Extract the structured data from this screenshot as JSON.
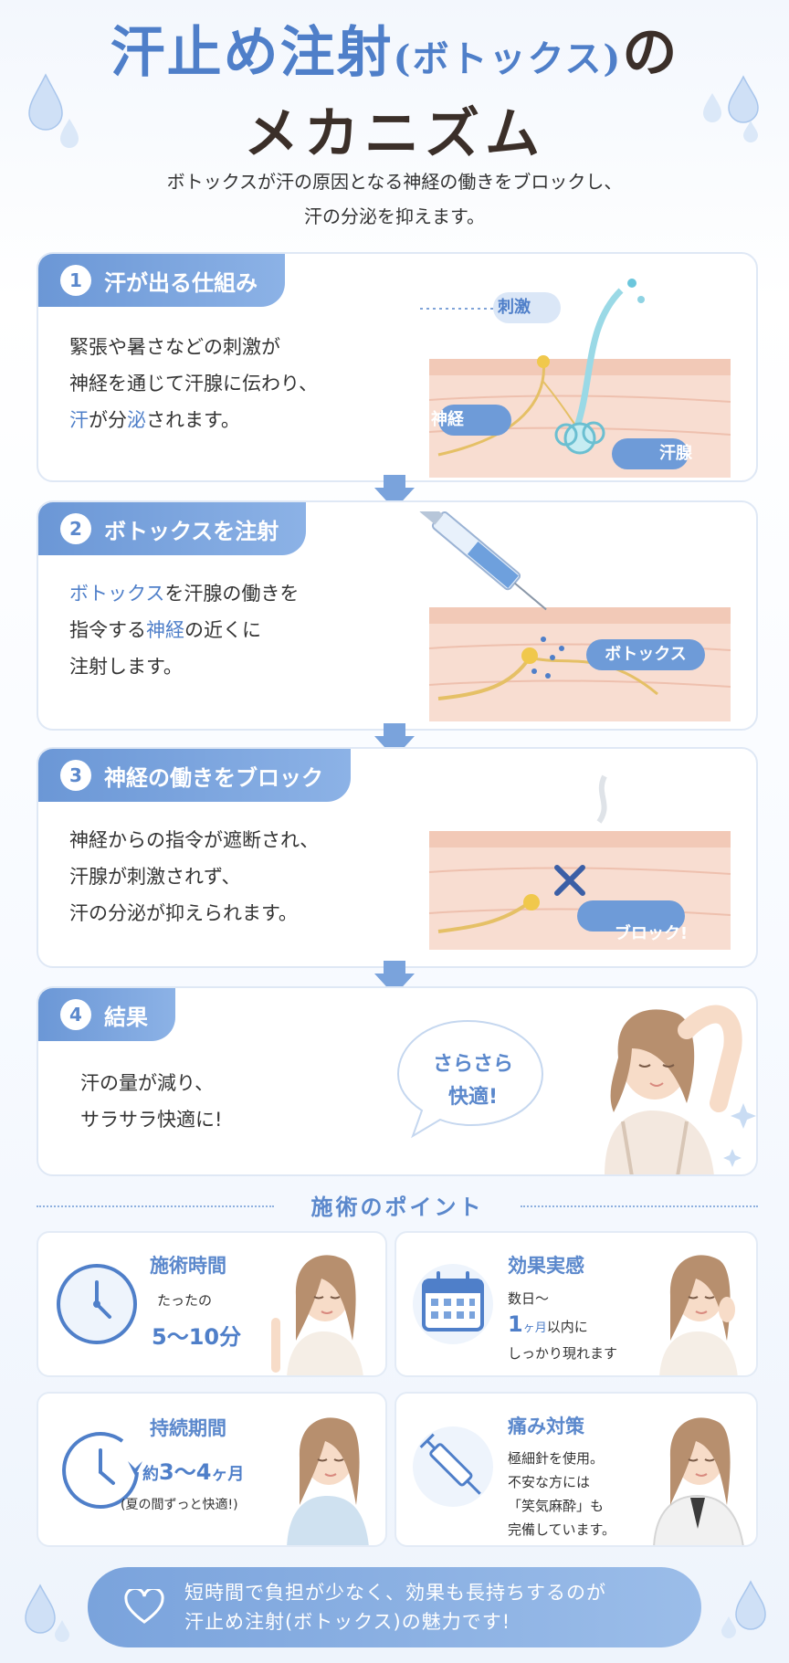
{
  "header": {
    "title_part1": "汗止め注射",
    "title_paren": "(ボトックス)",
    "title_no": "の",
    "title_line2": "メカニズム",
    "subtitle_line1": "ボトックスが汗の原因となる神経の働きをブロックし、",
    "subtitle_line2": "汗の分泌を抑えます。"
  },
  "steps": [
    {
      "num": "1",
      "title": "汗が出る仕組み",
      "line1": "緊張や暑さなどの刺激が",
      "line2": "神経を通じて汗腺に伝わり、",
      "line3_hl1": "汗",
      "line3_mid": "が分",
      "line3_hl2": "泌",
      "line3_end": "されます。",
      "labels": {
        "stimulus": "刺激",
        "nerve": "神経",
        "gland": "汗腺"
      }
    },
    {
      "num": "2",
      "title": "ボトックスを注射",
      "line1_hl": "ボトックス",
      "line1_rest": "を汗腺の働きを",
      "line2_pre": "指令する",
      "line2_hl": "神経",
      "line2_rest": "の近くに",
      "line3": "注射します。",
      "labels": {
        "botox": "ボトックス"
      }
    },
    {
      "num": "3",
      "title": "神経の働きをブロック",
      "line1": "神経からの指令が遮断され、",
      "line2": "汗腺が刺激されず、",
      "line3": "汗の分泌が抑えられます。",
      "labels": {
        "block": "ブロック!"
      }
    },
    {
      "num": "4",
      "title": "結果",
      "line1": "汗の量が減り、",
      "line2": "サラサラ快適に!",
      "bubble_line1": "さらさら",
      "bubble_line2": "快適!"
    }
  ],
  "points": {
    "title": "施術のポイント",
    "items": [
      {
        "label": "施術時間",
        "line1": "たったの",
        "big": "5〜10分"
      },
      {
        "label": "効果実感",
        "line1": "数日〜",
        "big": "1",
        "unit": "ヶ月",
        "line2_rest": "以内に",
        "line3": "しっかり現れます"
      },
      {
        "label": "持続期間",
        "pre": "約",
        "big": "3〜4",
        "unit": "ヶ月",
        "line2": "(夏の間ずっと快適!)"
      },
      {
        "label": "痛み対策",
        "line1": "極細針を使用。",
        "line2": "不安な方には",
        "line3": "「笑気麻酔」も",
        "line4": "完備しています。"
      }
    ]
  },
  "banner": {
    "line1": "短時間で負担が少なく、効果も長持ちするのが",
    "line2": "汗止め注射(ボトックス)の魅力です!"
  },
  "colors": {
    "accent": "#5b88cc",
    "title_brown": "#3b2f29",
    "skin": "#f7d9cc"
  }
}
